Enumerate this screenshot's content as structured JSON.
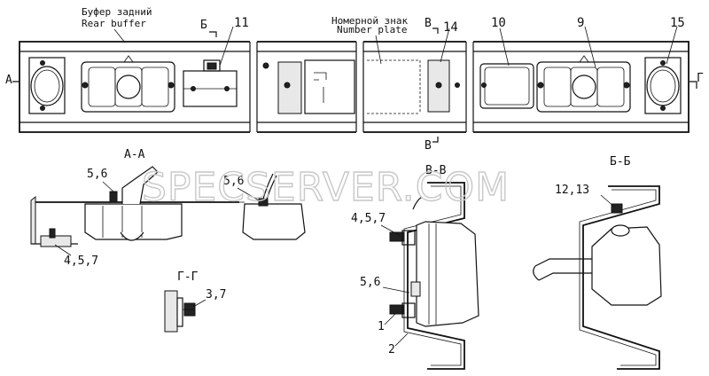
{
  "labels": {
    "rear_buffer_ru": "Буфер задний",
    "rear_buffer_en": "Rear buffer",
    "number_plate_ru": "Номерной знак",
    "number_plate_en": "Number plate",
    "cut_b_top": "Б",
    "cut_v_top": "В",
    "cut_v_bottom": "В",
    "cut_a_left": "А",
    "cut_g_right": "Г",
    "callouts_top": [
      "11",
      "14",
      "10",
      "9",
      "15"
    ],
    "section_aa": "А-А",
    "section_vv": "В-В",
    "section_bb": "Б-Б",
    "section_gg": "Г-Г",
    "aa_callout_56": "5,6",
    "aa_callout_56b": "5,6",
    "aa_callout_457": "4,5,7",
    "gg_callout_37": "3,7",
    "vv_callout_457": "4,5,7",
    "vv_callout_56": "5,6",
    "vv_callout_1": "1",
    "vv_callout_2": "2",
    "bb_callout_1213": "12,13"
  },
  "watermark": "SPECSERVER.COM"
}
